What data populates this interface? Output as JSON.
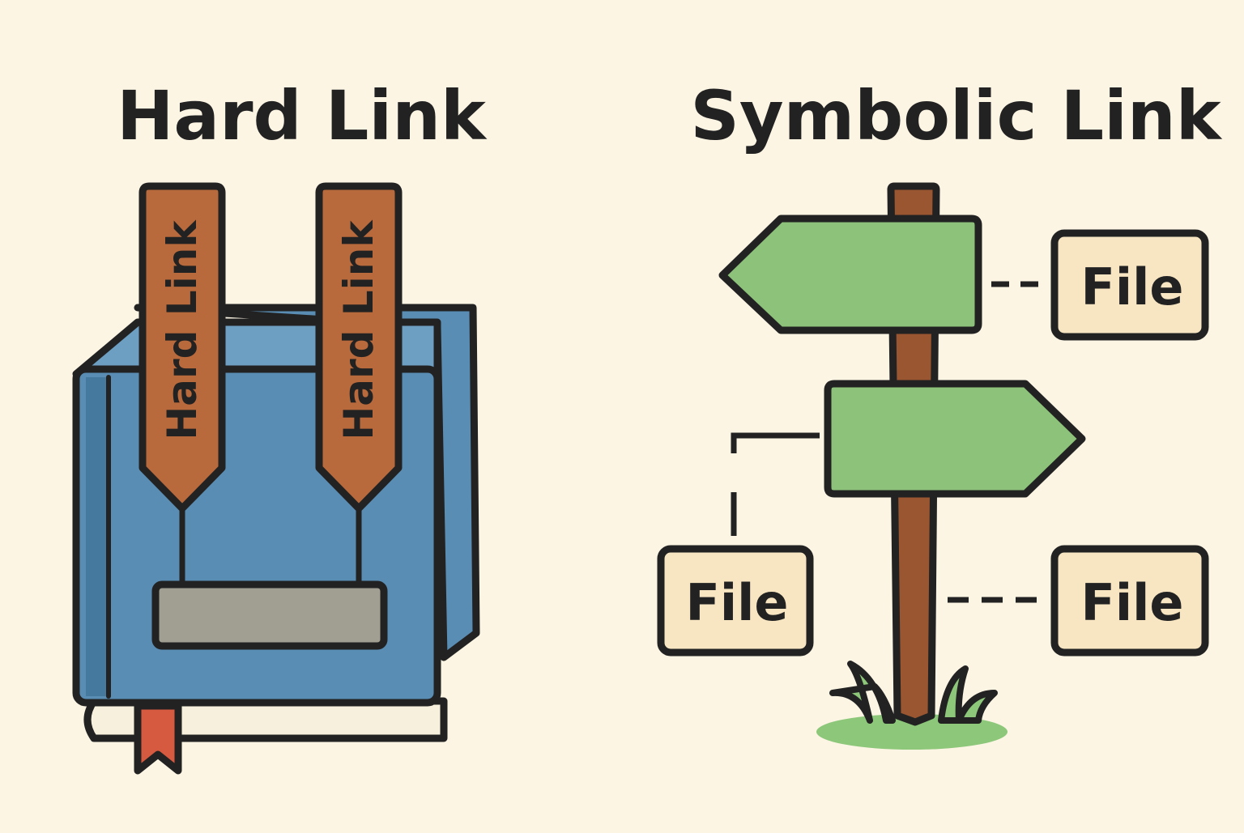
{
  "hard_link": {
    "title": "Hard Link",
    "bookmarks": [
      {
        "label": "Hard Link"
      },
      {
        "label": "Hard Link"
      }
    ]
  },
  "symbolic_link": {
    "title": "Symbolic Link",
    "files": [
      {
        "label": "File"
      },
      {
        "label": "File"
      },
      {
        "label": "File"
      }
    ]
  },
  "colors": {
    "background": "#fcf5e4",
    "outline": "#222222",
    "book_cover": "#5a8db4",
    "book_spine": "#45799e",
    "book_pages": "#f6f0dc",
    "bookmark": "#b86a3c",
    "ribbon": "#d65a40",
    "label_plate": "#a19f92",
    "sign": "#8dc27a",
    "post": "#9a5630",
    "grass": "#8cc77a",
    "file_box": "#f7e6c1"
  }
}
